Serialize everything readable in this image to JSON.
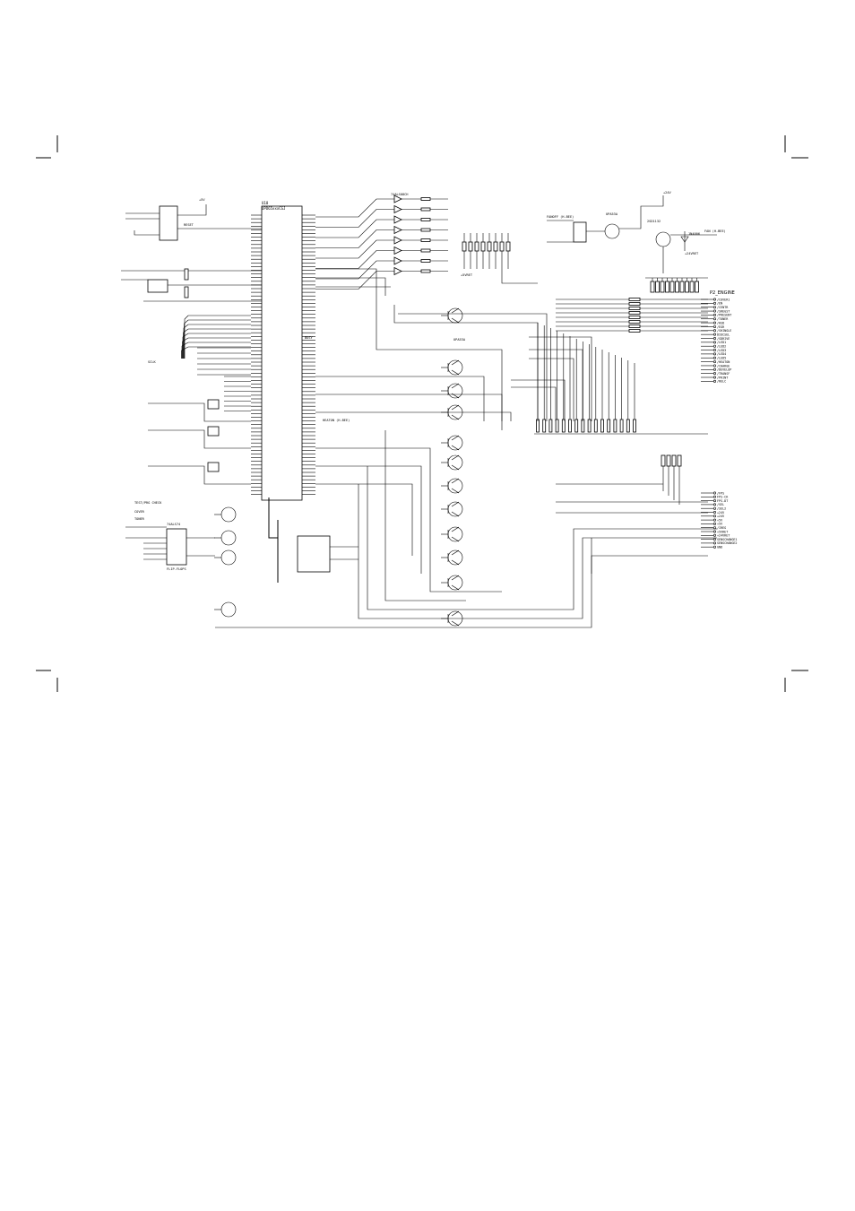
{
  "schematic": {
    "main_ic": {
      "ref": "U18",
      "part": "UPD65xxxCGJ"
    },
    "connector": {
      "title": "P2_ENGINE",
      "pins": [
        "/COVER1",
        "/EN",
        "/CENTR",
        "/SREGST",
        "/PRESENT",
        "/TONER",
        "/HSD",
        "/EGR",
        "/SHINGLE",
        "DIOCSEL",
        "/SDRIVE",
        "/LED1",
        "/LED2",
        "/LED3",
        "/LED4",
        "/LED5",
        "/HEATON",
        "/CHARGE",
        "/DEVELOP",
        "/TRANSF",
        "/PRINT",
        "/RELC"
      ]
    },
    "connector2_pins": [
      "/FPS",
      "FPS-CK",
      "FPS-DT",
      "/SEL",
      "/SEL2",
      "+24V",
      "+24V",
      "+5V",
      "+5V",
      "/IREG",
      "+5VRET",
      "+24VRET",
      "SENSCHANGE1",
      "SENSCHANGE2",
      "GND"
    ],
    "transistor_part": "UPA53A",
    "buffer_part": "74ALS08CH",
    "fan_driver": {
      "q1": "UPA53A",
      "q2": "2SD1132",
      "diode": "1N4006",
      "label": "FAN (H-BEE)"
    },
    "misc_labels": [
      "+5V",
      "+24V",
      "+5VRET",
      "+24VRET",
      "RESET",
      "COVER",
      "TONER",
      "SCLK",
      "FANOFF (H-BEE)",
      "HEATON (H-BEE)",
      "TEST/PRG CHECK",
      "74ALS74",
      "FLIP-FLOPS",
      "BUSY"
    ]
  }
}
